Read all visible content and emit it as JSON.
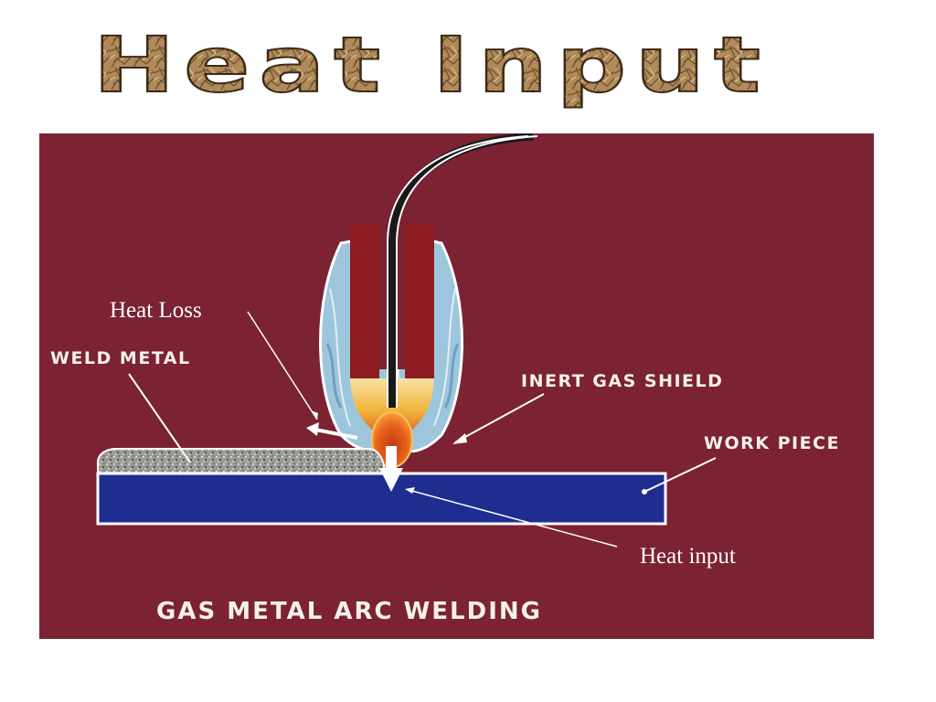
{
  "title": "Heat Input",
  "labels": {
    "heat_loss": "Heat Loss",
    "weld_metal": "WELD METAL",
    "inert_gas_shield": "INERT GAS SHIELD",
    "work_piece": "WORK PIECE",
    "heat_input": "Heat input",
    "process_name": "GAS METAL ARC WELDING"
  },
  "colors": {
    "background": "#7b2233",
    "work_piece": "#1f2d8f",
    "nozzle": "#8e1c22",
    "gas_shield": "#9dc6dc",
    "arc": "#e05018",
    "title_fill": "#b08a5a"
  }
}
